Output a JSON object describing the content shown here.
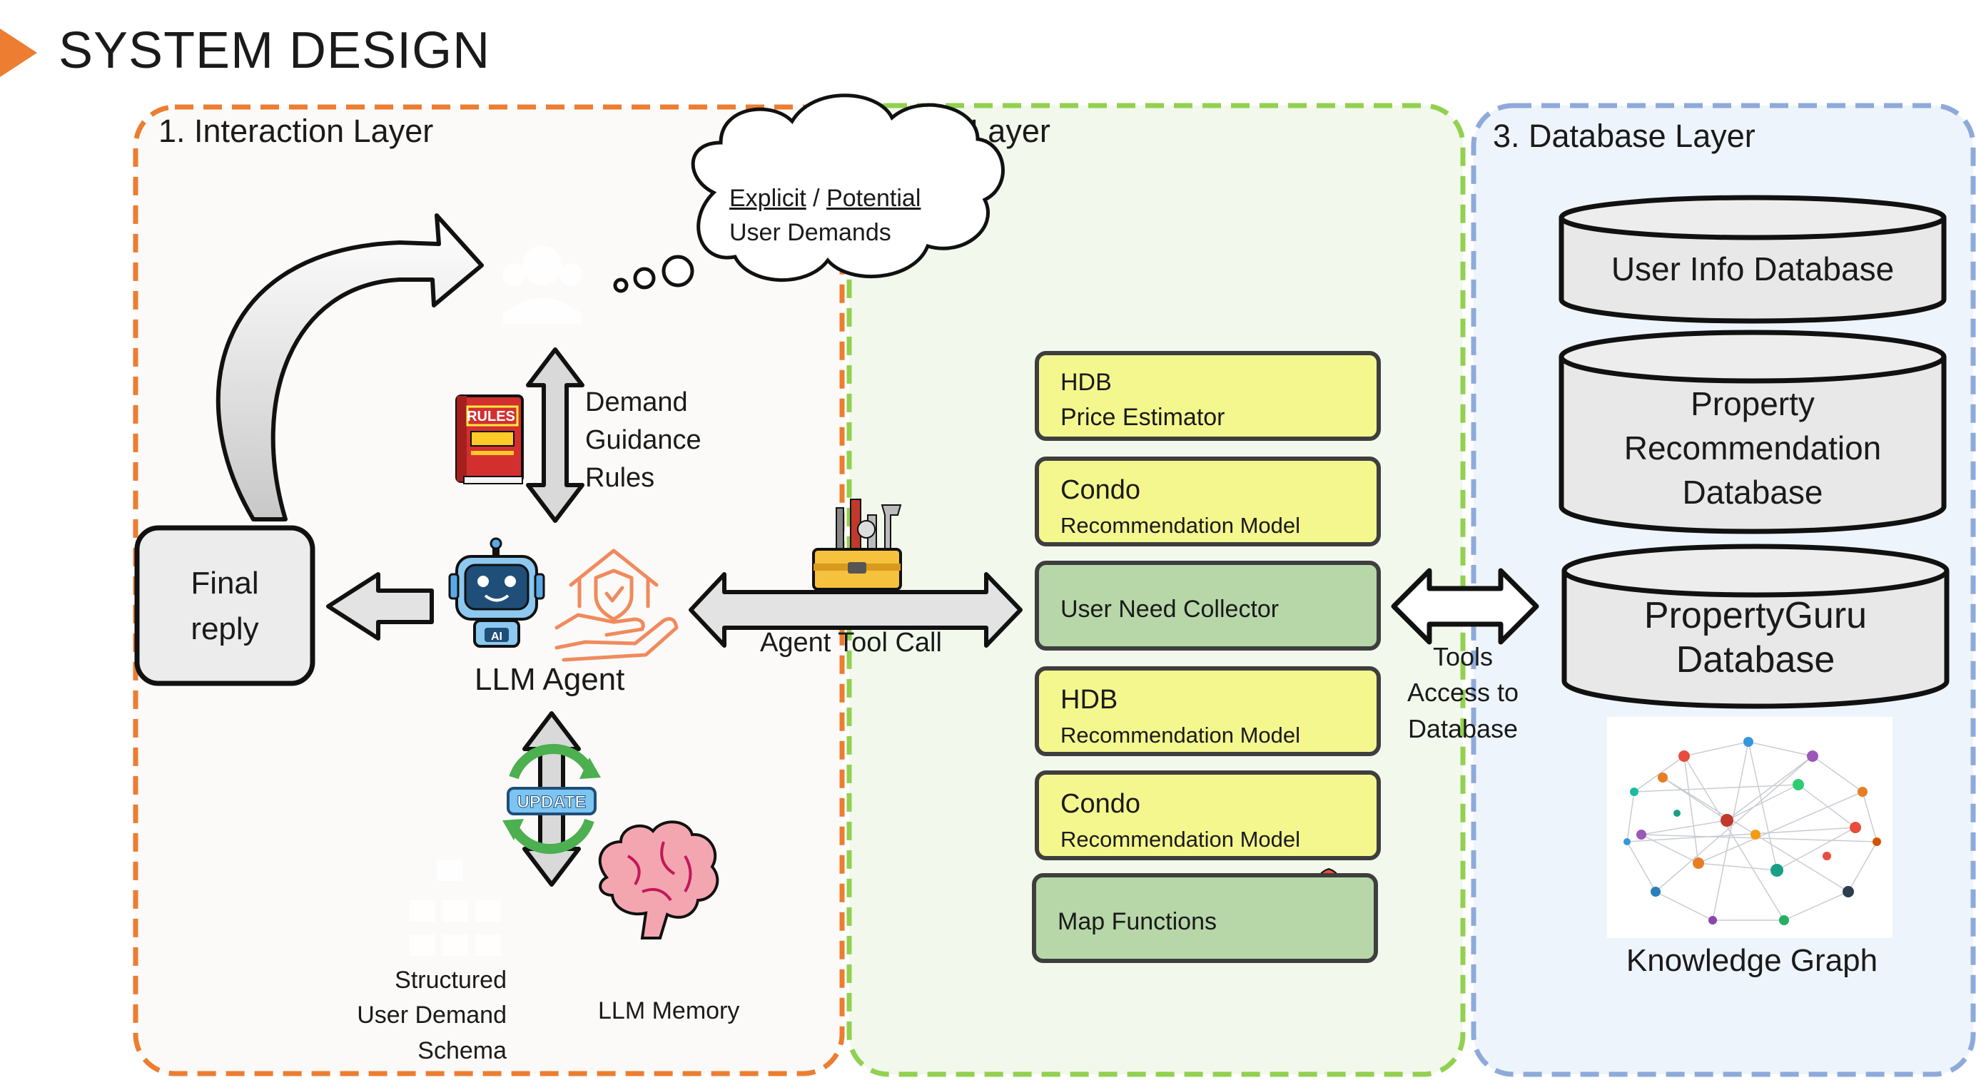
{
  "page": {
    "title": "SYSTEM DESIGN"
  },
  "layers": {
    "interaction": {
      "label": "1. Interaction Layer"
    },
    "tool": {
      "label": "2. Tool Layer"
    },
    "database": {
      "label": "3. Database Layer"
    }
  },
  "thought_bubble": {
    "explicit": "Explicit",
    "separator": "/",
    "potential": "Potential",
    "line2": "User Demands"
  },
  "interaction": {
    "rules_line1": "Demand",
    "rules_line2": "Guidance",
    "rules_line3": "Rules",
    "final_line1": "Final",
    "final_line2": "reply",
    "agent_label": "LLM Agent",
    "schema_line1": "Structured",
    "schema_line2": "User Demand",
    "schema_line3": "Schema",
    "memory_label": "LLM Memory",
    "update_label": "UPDATE",
    "rules_book_label": "RULES",
    "robot_label": "AI"
  },
  "tool_call": {
    "label": "Agent Tool Call"
  },
  "tools": {
    "hdb_price": {
      "line1": "HDB",
      "line2": "Price Estimator"
    },
    "condo_rec_1": {
      "line1": "Condo",
      "line2": "Recommendation Model"
    },
    "user_need": {
      "label": "User Need Collector"
    },
    "hdb_rec": {
      "line1": "HDB",
      "line2": "Recommendation Model"
    },
    "condo_rec_2": {
      "line1": "Condo",
      "line2": "Recommendation Model"
    },
    "map": {
      "label": "Map Functions"
    }
  },
  "db_access": {
    "line1": "Tools",
    "line2": "Access to",
    "line3": "Database"
  },
  "databases": {
    "user_info": {
      "label": "User Info Database"
    },
    "property_rec": {
      "line1": "Property",
      "line2": "Recommendation",
      "line3": "Database"
    },
    "propertyguru": {
      "line1": "PropertyGuru",
      "line2": "Database"
    },
    "knowledge_graph": {
      "label": "Knowledge Graph"
    }
  },
  "colors": {
    "interaction_border": "#ec7d31",
    "tool_border": "#92d050",
    "database_border": "#8eaadb",
    "yellow_box": "#f4f78d",
    "green_box": "#b7d7a8"
  }
}
